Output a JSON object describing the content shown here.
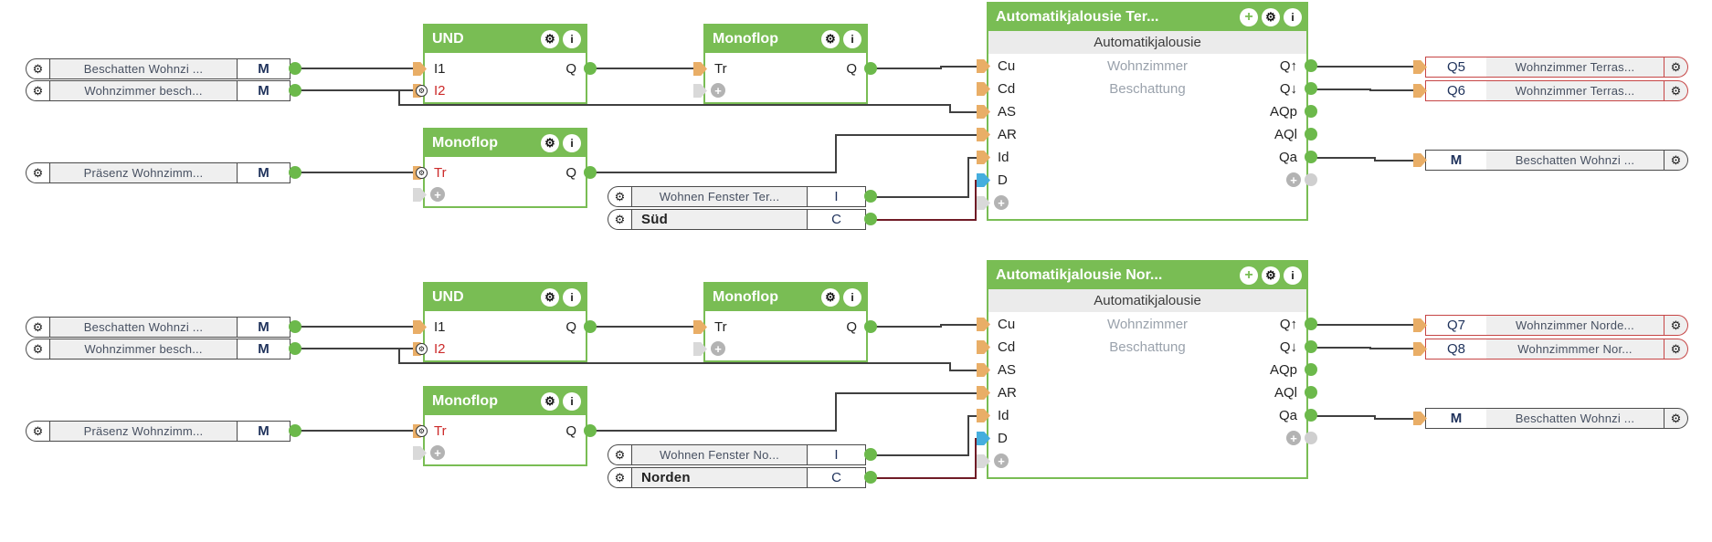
{
  "icons": {
    "gear": "⚙",
    "info": "i",
    "move": "+",
    "plus": "+"
  },
  "colors": {
    "block_green": "#79bd54",
    "connector_green": "#6cb94b",
    "connector_orange": "#e9ae67",
    "connector_blue": "#45aede",
    "wire_dark": "#404040",
    "wire_red": "#701c26",
    "output_red_border": "#c64545"
  },
  "c1": {
    "inputs": [
      {
        "label": "Beschatten Wohnzi ...",
        "tag": "M"
      },
      {
        "label": "Wohnzimmer besch...",
        "tag": "M"
      },
      {
        "label": "Präsenz Wohnzimm...",
        "tag": "M"
      }
    ],
    "und": {
      "title": "UND",
      "i1": "I1",
      "i2": "I2",
      "q": "Q"
    },
    "mono1": {
      "title": "Monoflop",
      "tr": "Tr",
      "q": "Q"
    },
    "mono2": {
      "title": "Monoflop",
      "tr": "Tr",
      "q": "Q"
    },
    "sensors": [
      {
        "label": "Wohnen Fenster Ter...",
        "tag": "I"
      },
      {
        "label": "Süd",
        "tag": "C"
      }
    ],
    "main": {
      "title": "Automatikjalousie Ter...",
      "subtitle": "Automatikjalousie",
      "room": "Wohnzimmer",
      "category": "Beschattung",
      "in_cu": "Cu",
      "in_cd": "Cd",
      "in_as": "AS",
      "in_ar": "AR",
      "in_id": "Id",
      "in_d": "D",
      "out_qup": "Q↑",
      "out_qdn": "Q↓",
      "out_aqp": "AQp",
      "out_aql": "AQl",
      "out_qa": "Qa"
    },
    "outputs": [
      {
        "tag": "Q5",
        "label": "Wohnzimmer Terras..."
      },
      {
        "tag": "Q6",
        "label": "Wohnzimmer Terras..."
      },
      {
        "tag": "M",
        "label": "Beschatten Wohnzi ..."
      }
    ]
  },
  "c2": {
    "inputs": [
      {
        "label": "Beschatten Wohnzi ...",
        "tag": "M"
      },
      {
        "label": "Wohnzimmer besch...",
        "tag": "M"
      },
      {
        "label": "Präsenz Wohnzimm...",
        "tag": "M"
      }
    ],
    "und": {
      "title": "UND",
      "i1": "I1",
      "i2": "I2",
      "q": "Q"
    },
    "mono1": {
      "title": "Monoflop",
      "tr": "Tr",
      "q": "Q"
    },
    "mono2": {
      "title": "Monoflop",
      "tr": "Tr",
      "q": "Q"
    },
    "sensors": [
      {
        "label": "Wohnen Fenster No...",
        "tag": "I"
      },
      {
        "label": "Norden",
        "tag": "C"
      }
    ],
    "main": {
      "title": "Automatikjalousie Nor...",
      "subtitle": "Automatikjalousie",
      "room": "Wohnzimmer",
      "category": "Beschattung",
      "in_cu": "Cu",
      "in_cd": "Cd",
      "in_as": "AS",
      "in_ar": "AR",
      "in_id": "Id",
      "in_d": "D",
      "out_qup": "Q↑",
      "out_qdn": "Q↓",
      "out_aqp": "AQp",
      "out_aql": "AQl",
      "out_qa": "Qa"
    },
    "outputs": [
      {
        "tag": "Q7",
        "label": "Wohnzimmer Norde..."
      },
      {
        "tag": "Q8",
        "label": "Wohnzimmmer Nor..."
      },
      {
        "tag": "M",
        "label": "Beschatten Wohnzi ..."
      }
    ]
  }
}
